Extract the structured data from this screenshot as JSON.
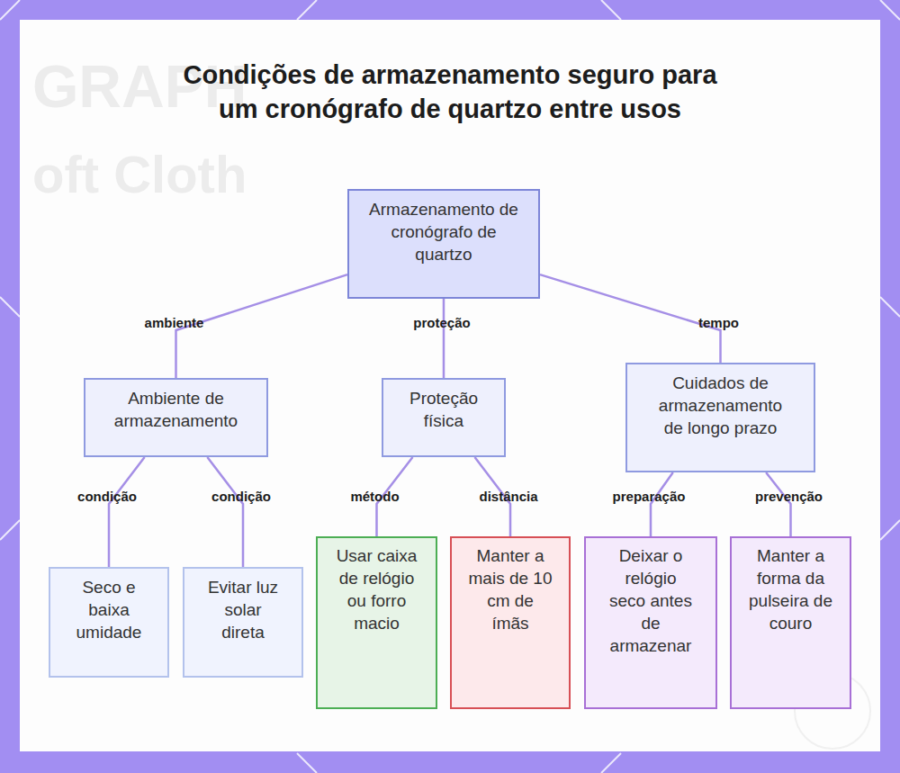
{
  "diagram": {
    "title": "Condições de armazenamento seguro para um cronógrafo de quartzo entre usos",
    "nodes": [
      {
        "text": [
          "Armazenamento de cronógrafo de quartzo"
        ]
      },
      {
        "text": [
          "Ambiente de armazenamento"
        ]
      },
      {
        "text": [
          "Proteção física"
        ]
      },
      {
        "text": [
          "Cuidados de armazenamento de longo prazo"
        ]
      },
      {
        "text": [
          "Seco e baixa umidade"
        ]
      },
      {
        "text": [
          "Evitar luz solar direta"
        ]
      },
      {
        "text": [
          "Usar caixa de relógio ou forro macio"
        ]
      },
      {
        "text": [
          "Manter a mais de 10 cm de ímãs"
        ]
      },
      {
        "text": [
          "Deixar o relógio seco antes de armazenar"
        ]
      },
      {
        "text": [
          "Manter a forma da pulseira de couro"
        ]
      }
    ],
    "edges": [
      {
        "from": 0,
        "to": 1,
        "label": "ambiente",
        "arrow": "none"
      },
      {
        "from": 0,
        "to": 2,
        "label": "proteção",
        "arrow": "none"
      },
      {
        "from": 0,
        "to": 3,
        "label": "tempo",
        "arrow": "none"
      },
      {
        "from": 1,
        "to": 4,
        "label": "condição",
        "arrow": "none"
      },
      {
        "from": 1,
        "to": 5,
        "label": "condição",
        "arrow": "none"
      },
      {
        "from": 2,
        "to": 6,
        "label": "método",
        "arrow": "none"
      },
      {
        "from": 2,
        "to": 7,
        "label": "distância",
        "arrow": "none"
      },
      {
        "from": 3,
        "to": 8,
        "label": "preparação",
        "arrow": "none"
      },
      {
        "from": 3,
        "to": 9,
        "label": "prevenção",
        "arrow": "none"
      }
    ],
    "labels": [
      "GRAPH",
      "oft Cloth"
    ]
  }
}
